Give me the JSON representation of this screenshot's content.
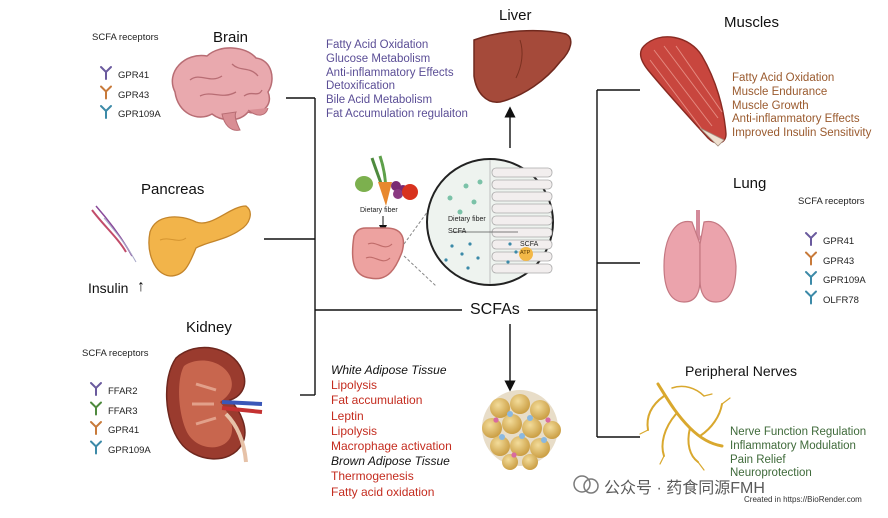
{
  "center": {
    "label": "SCFAs"
  },
  "inset": {
    "dietary_fiber_left": "Dietary fiber",
    "dietary_fiber_inner": "Dietary fiber",
    "scfa_inner": "SCFA",
    "scfa_right": "SCFA",
    "atp": "ATP"
  },
  "brain": {
    "title": "Brain",
    "receptors_heading": "SCFA receptors",
    "receptors": [
      "GPR41",
      "GPR43",
      "GPR109A"
    ]
  },
  "pancreas": {
    "title": "Pancreas",
    "insulin_label": "Insulin",
    "insulin_arrow": "↑"
  },
  "kidney": {
    "title": "Kidney",
    "receptors_heading": "SCFA receptors",
    "receptors": [
      "FFAR2",
      "FFAR3",
      "GPR41",
      "GPR109A"
    ]
  },
  "liver": {
    "title": "Liver",
    "effects": [
      "Fatty Acid Oxidation",
      "Glucose Metabolism",
      "Anti-inflammatory Effects",
      "Detoxification",
      "Bile Acid Metabolism",
      "Fat Accumulation regulaiton"
    ]
  },
  "muscles": {
    "title": "Muscles",
    "effects": [
      "Fatty Acid Oxidation",
      "Muscle Endurance",
      "Muscle Growth",
      "Anti-inflammatory Effects",
      "Improved Insulin Sensitivity"
    ]
  },
  "lung": {
    "title": "Lung",
    "receptors_heading": "SCFA receptors",
    "receptors": [
      "GPR41",
      "GPR43",
      "GPR109A",
      "OLFR78"
    ]
  },
  "nerves": {
    "title": "Peripheral Nerves",
    "effects": [
      "Nerve Function Regulation",
      "Inflammatory Modulation",
      "Pain Relief",
      "Neuroprotection"
    ]
  },
  "adipose": {
    "white_heading": "White Adipose Tissue",
    "white_effects": [
      "Lipolysis",
      "Fat accumulation",
      "Leptin",
      "Lipolysis",
      "Macrophage activation"
    ],
    "brown_heading": "Brown Adipose Tissue",
    "brown_effects": [
      "Thermogenesis",
      "Fatty acid oxidation"
    ]
  },
  "watermark": "公众号 · 药食同源FMH",
  "credit": "Created in  https://BioRender.com",
  "colors": {
    "receptor_purple": "#6a5a9e",
    "receptor_orange": "#c87a3a",
    "receptor_blue": "#3c8aa8",
    "receptor_green": "#4e8a3e",
    "liver_text": "#5b4e96",
    "muscle_text": "#9a5a2e",
    "nerve_text": "#3f6a3a",
    "adipose_text": "#c42c1f"
  }
}
